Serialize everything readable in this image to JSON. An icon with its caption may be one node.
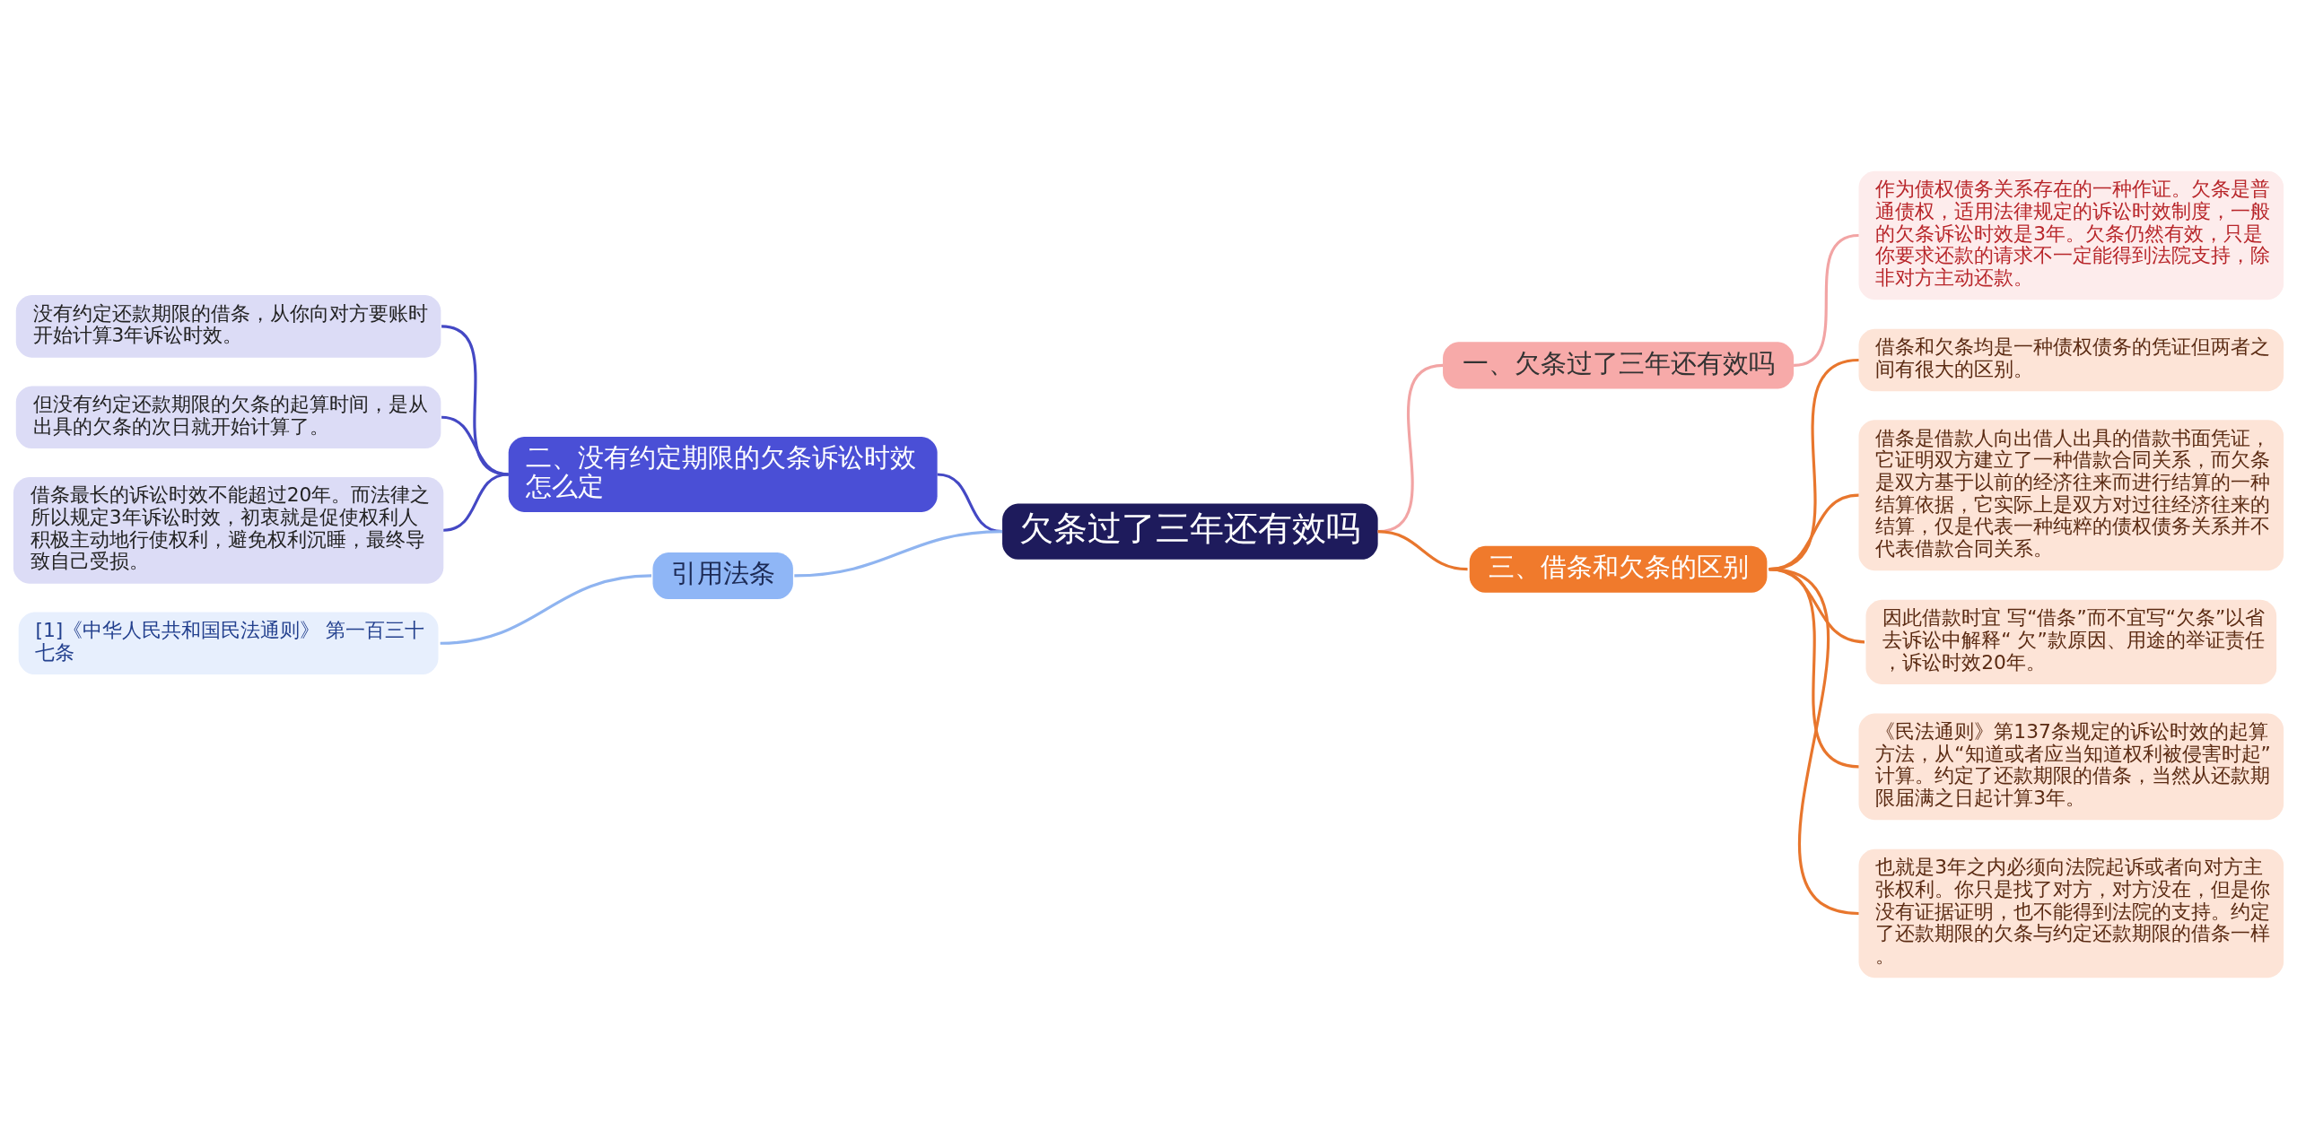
{
  "diagram": {
    "nodes": [
      {
        "text": [
          "欠条过了三年还有效吗"
        ]
      },
      {
        "text": [
          "一、欠条过了三年还有效吗"
        ]
      },
      {
        "text": [
          "作为债权债务关系存在的一种作证。欠条是普通债权，适用法律规定的诉讼时效制度，一般的欠条诉讼时效是3年。欠条仍然有效，只是你要求还款的请求不一定能得到法院支持，除非对方主动还款。"
        ]
      },
      {
        "text": [
          "二、没有约定期限的欠条诉讼时效怎么定"
        ]
      },
      {
        "text": [
          "没有约定还款期限的借条，从你向对方要账时开始计算3年诉讼时效。"
        ]
      },
      {
        "text": [
          "但没有约定还款期限的欠条的起算时间，是从出具的欠条的次日就开始计算了。"
        ]
      },
      {
        "text": [
          "借条最长的诉讼时效不能超过20年。而法律之所以规定3年诉讼时效，初衷就是促使权利人积极主动地行使权利，避免权利沉睡，最终导致自己受损。"
        ]
      },
      {
        "text": [
          "三、借条和欠条的区别"
        ]
      },
      {
        "text": [
          "借条和欠条均是一种债权债务的凭证但两者之间有很大的区别。"
        ]
      },
      {
        "text": [
          "借条是借款人向出借人出具的借款书面凭证，它证明双方建立了一种借款合同关系，而欠条是双方基于以前的经济往来而进行结算的一种结算依据，它实际上是双方对过往经济往来的结算，仅是代表一种纯粹的债权债务关系并不代表借款合同关系。"
        ]
      },
      {
        "text": [
          "因此借款时宜 写“借条”而不宜写“欠条”以省去诉讼中解释“ 欠”款原因、用途的举证责任，诉讼时效20年。"
        ]
      },
      {
        "text": [
          "《民法通则》第137条规定的诉讼时效的起算方法，从“知道或者应当知道权利被侵害时起”计算。约定了还款期限的借条，当然从还款期限届满之日起计算3年。"
        ]
      },
      {
        "text": [
          "也就是3年之内必须向法院起诉或者向对方主张权利。你只是找了对方，对方没在，但是你没有证据证明，也不能得到法院的支持。约定了还款期限的欠条与约定还款期限的借条一样。"
        ]
      },
      {
        "text": [
          "引用法条"
        ]
      },
      {
        "text": [
          "[1]《中华人民共和国民法通则》 第一百三十七条"
        ]
      }
    ],
    "edges": [
      {
        "from": 0,
        "to": 1,
        "arrow": "none",
        "color": "#f2a4a4"
      },
      {
        "from": 1,
        "to": 2,
        "arrow": "none",
        "color": "#f2a4a4"
      },
      {
        "from": 0,
        "to": 3,
        "arrow": "none",
        "color": "#4448c4"
      },
      {
        "from": 3,
        "to": 4,
        "arrow": "none",
        "color": "#4448c4"
      },
      {
        "from": 3,
        "to": 5,
        "arrow": "none",
        "color": "#4448c4"
      },
      {
        "from": 3,
        "to": 6,
        "arrow": "none",
        "color": "#4448c4"
      },
      {
        "from": 0,
        "to": 7,
        "arrow": "none"
      },
      {
        "from": 7,
        "to": 8,
        "arrow": "none"
      },
      {
        "from": 7,
        "to": 9,
        "arrow": "none"
      },
      {
        "from": 7,
        "to": 10,
        "arrow": "none"
      },
      {
        "from": 7,
        "to": 11,
        "arrow": "none"
      },
      {
        "from": 7,
        "to": 12,
        "arrow": "none"
      },
      {
        "from": 0,
        "to": 13,
        "arrow": "none",
        "color": "#8fb4f0"
      },
      {
        "from": 13,
        "to": 14,
        "arrow": "none",
        "color": "#8fb4f0"
      }
    ]
  }
}
